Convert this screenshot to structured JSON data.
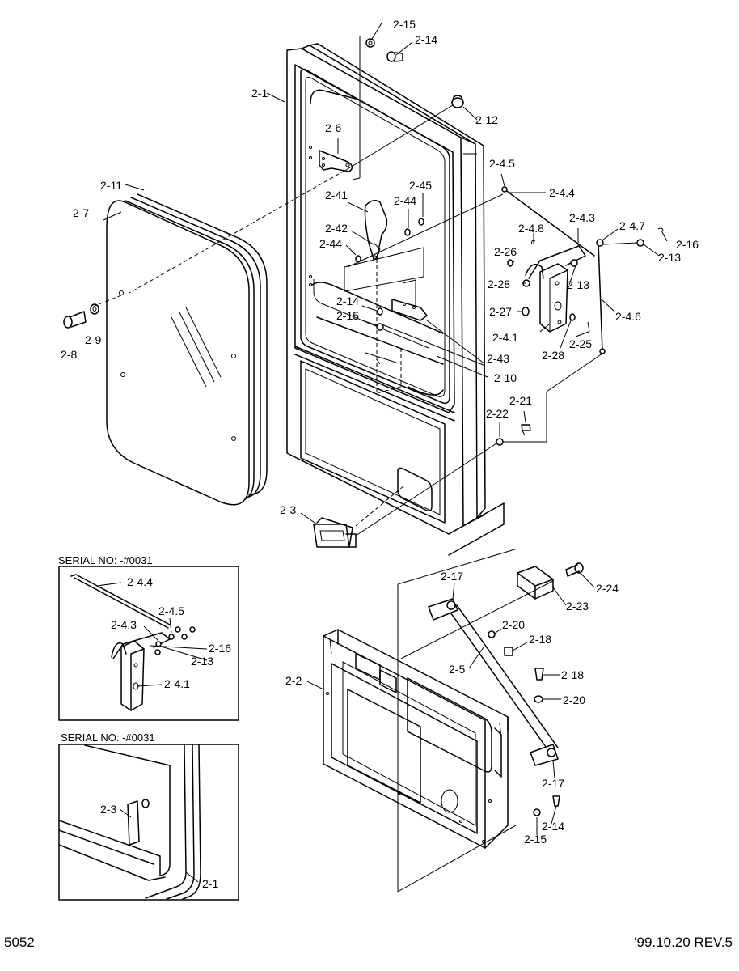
{
  "inset_top": {
    "serial": "SERIAL NO:  -#0031"
  },
  "inset_bottom": {
    "serial": "SERIAL NO:  -#0031"
  },
  "footer": {
    "page_number": "5052",
    "revision": "'99.10.20  REV.5"
  },
  "labels": {
    "p2_15a": "2-15",
    "p2_14a": "2-14",
    "p2_1a": "2-1",
    "p2_12": "2-12",
    "p2_6": "2-6",
    "p2_11": "2-11",
    "p2_7": "2-7",
    "p2_45": "2-45",
    "p2_41": "2-41",
    "p2_44a": "2-44",
    "p2_42": "2-42",
    "p2_44b": "2-44",
    "p2_4_5a": "2-4.5",
    "p2_4_4a": "2-4.4",
    "p2_4_8": "2-4.8",
    "p2_4_3a": "2-4.3",
    "p2_4_7": "2-4.7",
    "p2_16a": "2-16",
    "p2_13a": "2-13",
    "p2_26": "2-26",
    "p2_28a": "2-28",
    "p2_13b": "2-13",
    "p2_27": "2-27",
    "p2_4_6": "2-4.6",
    "p2_4_1a": "2-4.1",
    "p2_25": "2-25",
    "p2_28b": "2-28",
    "p2_14b": "2-14",
    "p2_15b": "2-15",
    "p2_43": "2-43",
    "p2_10": "2-10",
    "p2_8": "2-8",
    "p2_9": "2-9",
    "p2_21": "2-21",
    "p2_22": "2-22",
    "p2_3a": "2-3",
    "p2_4_4b": "2-4.4",
    "p2_4_5b": "2-4.5",
    "p2_4_3b": "2-4.3",
    "p2_16b": "2-16",
    "p2_13c": "2-13",
    "p2_4_1b": "2-4.1",
    "p2_17a": "2-17",
    "p2_24": "2-24",
    "p2_23": "2-23",
    "p2_20a": "2-20",
    "p2_18a": "2-18",
    "p2_5": "2-5",
    "p2_2": "2-2",
    "p2_18b": "2-18",
    "p2_20b": "2-20",
    "p2_17b": "2-17",
    "p2_14c": "2-14",
    "p2_15c": "2-15",
    "p2_3b": "2-3",
    "p2_1b": "2-1"
  }
}
